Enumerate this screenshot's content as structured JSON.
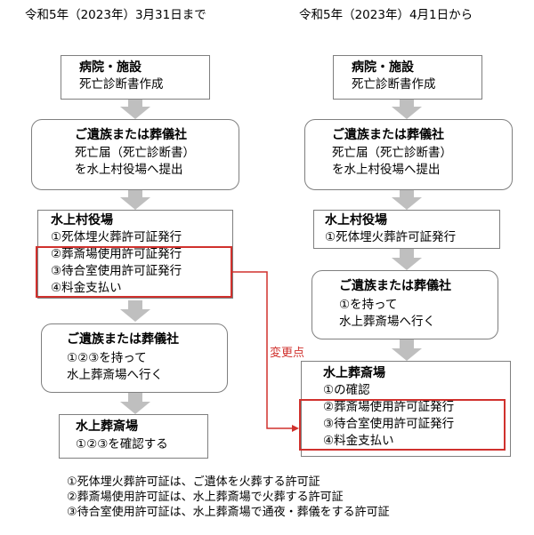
{
  "left_header": "令和5年（2023年）3月31日まで",
  "right_header": "令和5年（2023年）4月1日から",
  "hospital": {
    "title": "病院・施設",
    "text": "死亡診断書作成"
  },
  "family_submit": {
    "title": "ご遺族または葬儀社",
    "line1": "死亡届（死亡診断書）",
    "line2": "を水上村役場へ提出"
  },
  "village_office": {
    "title": "水上村役場",
    "items": [
      "①死体埋火葬許可証発行",
      "②葬斎場使用許可証発行",
      "③待合室使用許可証発行",
      "④料金支払い"
    ]
  },
  "family_go_left": {
    "title": "ご遺族または葬儀社",
    "line1": "①②③を持って",
    "line2": "水上葬斎場へ行く"
  },
  "crematorium_left": {
    "title": "水上葬斎場",
    "line1": "①②③を確認する"
  },
  "village_office_right": {
    "title": "水上村役場",
    "items": [
      "①死体埋火葬許可証発行"
    ]
  },
  "family_go_right": {
    "title": "ご遺族または葬儀社",
    "line1": "①を持って",
    "line2": "水上葬斎場へ行く"
  },
  "crematorium_right": {
    "title": "水上葬斎場",
    "items": [
      "①の確認",
      "②葬斎場使用許可証発行",
      "③待合室使用許可証発行",
      "④料金支払い"
    ]
  },
  "change_label": "変更点",
  "footnotes": [
    "①死体埋火葬許可証は、ご遺体を火葬する許可証",
    "②葬斎場使用許可証は、水上葬斎場で火葬する許可証",
    "③待合室使用許可証は、水上葬斎場で通夜・葬儀をする許可証"
  ],
  "colors": {
    "arrow": "#bfbfbf",
    "border": "#7f7f7f",
    "highlight": "#d0312d"
  }
}
